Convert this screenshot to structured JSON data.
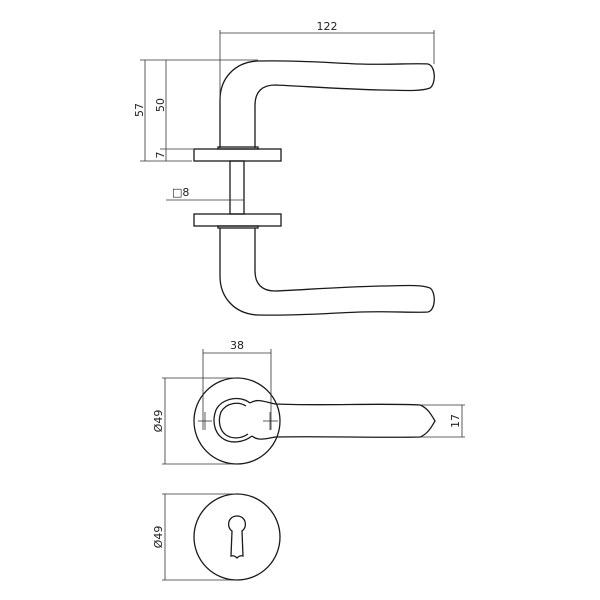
{
  "dimensions": {
    "lever_length": "122",
    "total_height": "57",
    "lever_height": "50",
    "rose_thickness": "7",
    "spindle": "□8",
    "lever_offset": "38",
    "rose_diameter": "Ø49",
    "grip_width": "17",
    "escutcheon_diameter": "Ø49"
  },
  "colors": {
    "line": "#1a1a1a",
    "background": "#ffffff"
  }
}
